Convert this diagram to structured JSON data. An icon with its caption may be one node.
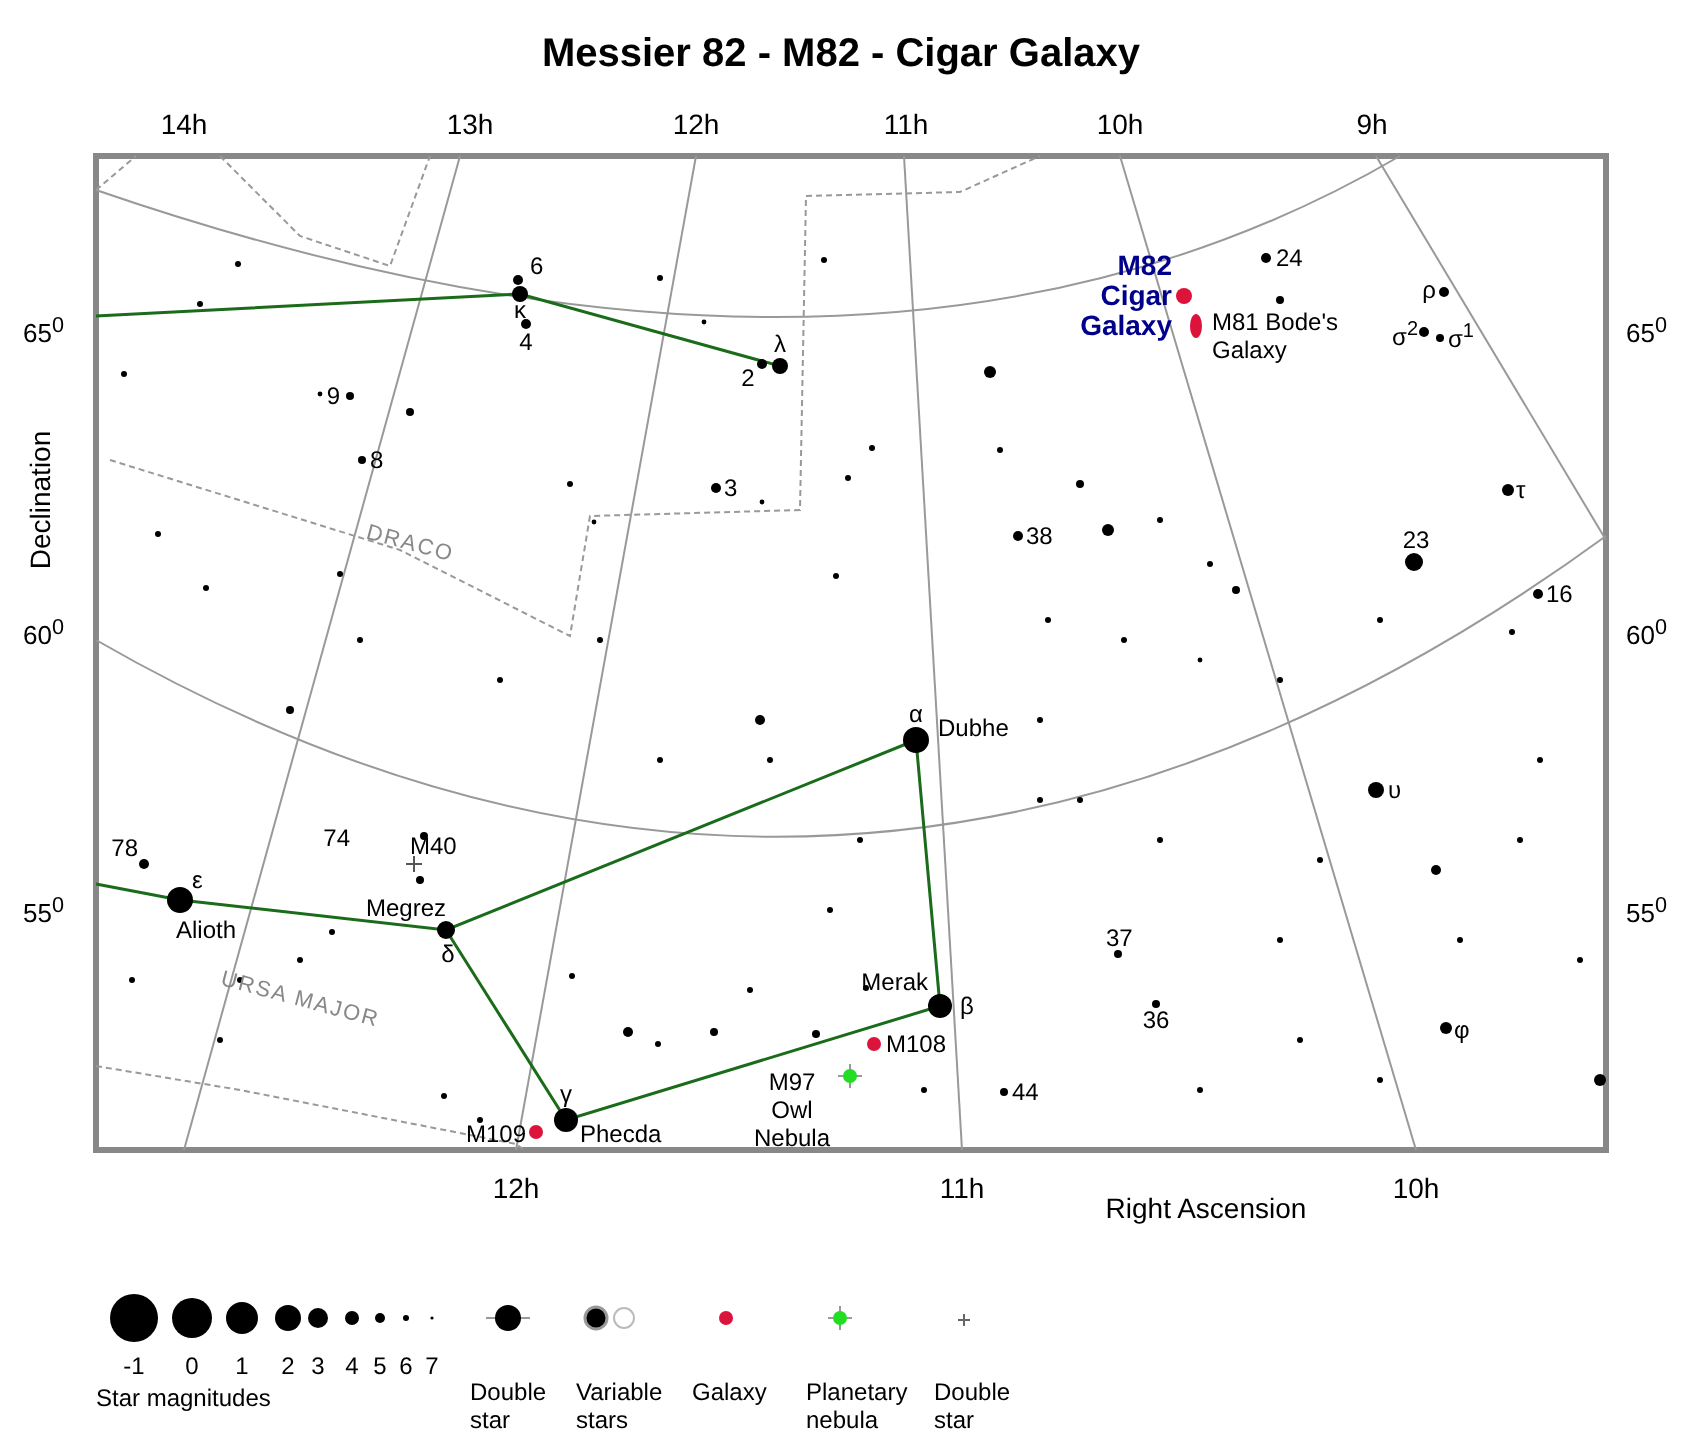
{
  "diagram": {
    "title": "Messier 82 - M82 - Cigar Galaxy",
    "labels": [
      "14h",
      "13h",
      "12h",
      "11h",
      "10h",
      "9h",
      "Declination",
      "6",
      "M82 Cigar Galaxy",
      "24",
      "ρ",
      "M81 Bode's Galaxy",
      "65$^{0}$",
      "κ",
      "σ$^{2}$",
      "σ$^{1}$",
      "65$^{0}$",
      "4",
      "λ",
      "2",
      "9",
      "8",
      "3",
      "τ",
      "38",
      "23",
      "DRACO",
      "16",
      "60$^{0}$",
      "60$^{0}$",
      "α",
      "Dubhe",
      "υ",
      "74",
      "78",
      "M40",
      "ε",
      "55$^{0}$",
      "Megrez",
      "55$^{0}$",
      "Alioth",
      "37",
      "δ",
      "Merak",
      "β",
      "URSA MAJOR",
      "36",
      "φ",
      "M108",
      "M97 Owl Nebula",
      "γ",
      "44",
      "M109",
      "Phecda",
      "12h",
      "11h",
      "10h",
      "Right Ascension",
      "-1",
      "0",
      "1",
      "2",
      "3",
      "4",
      "5",
      "6",
      "7"
    ],
    "legend": [
      {
        "text": "Star magnitudes"
      },
      {
        "text": "Double star"
      },
      {
        "text": "Variable stars"
      },
      {
        "text": "Galaxy"
      },
      {
        "text": "Planetary nebula"
      },
      {
        "text": "Double star"
      }
    ]
  }
}
